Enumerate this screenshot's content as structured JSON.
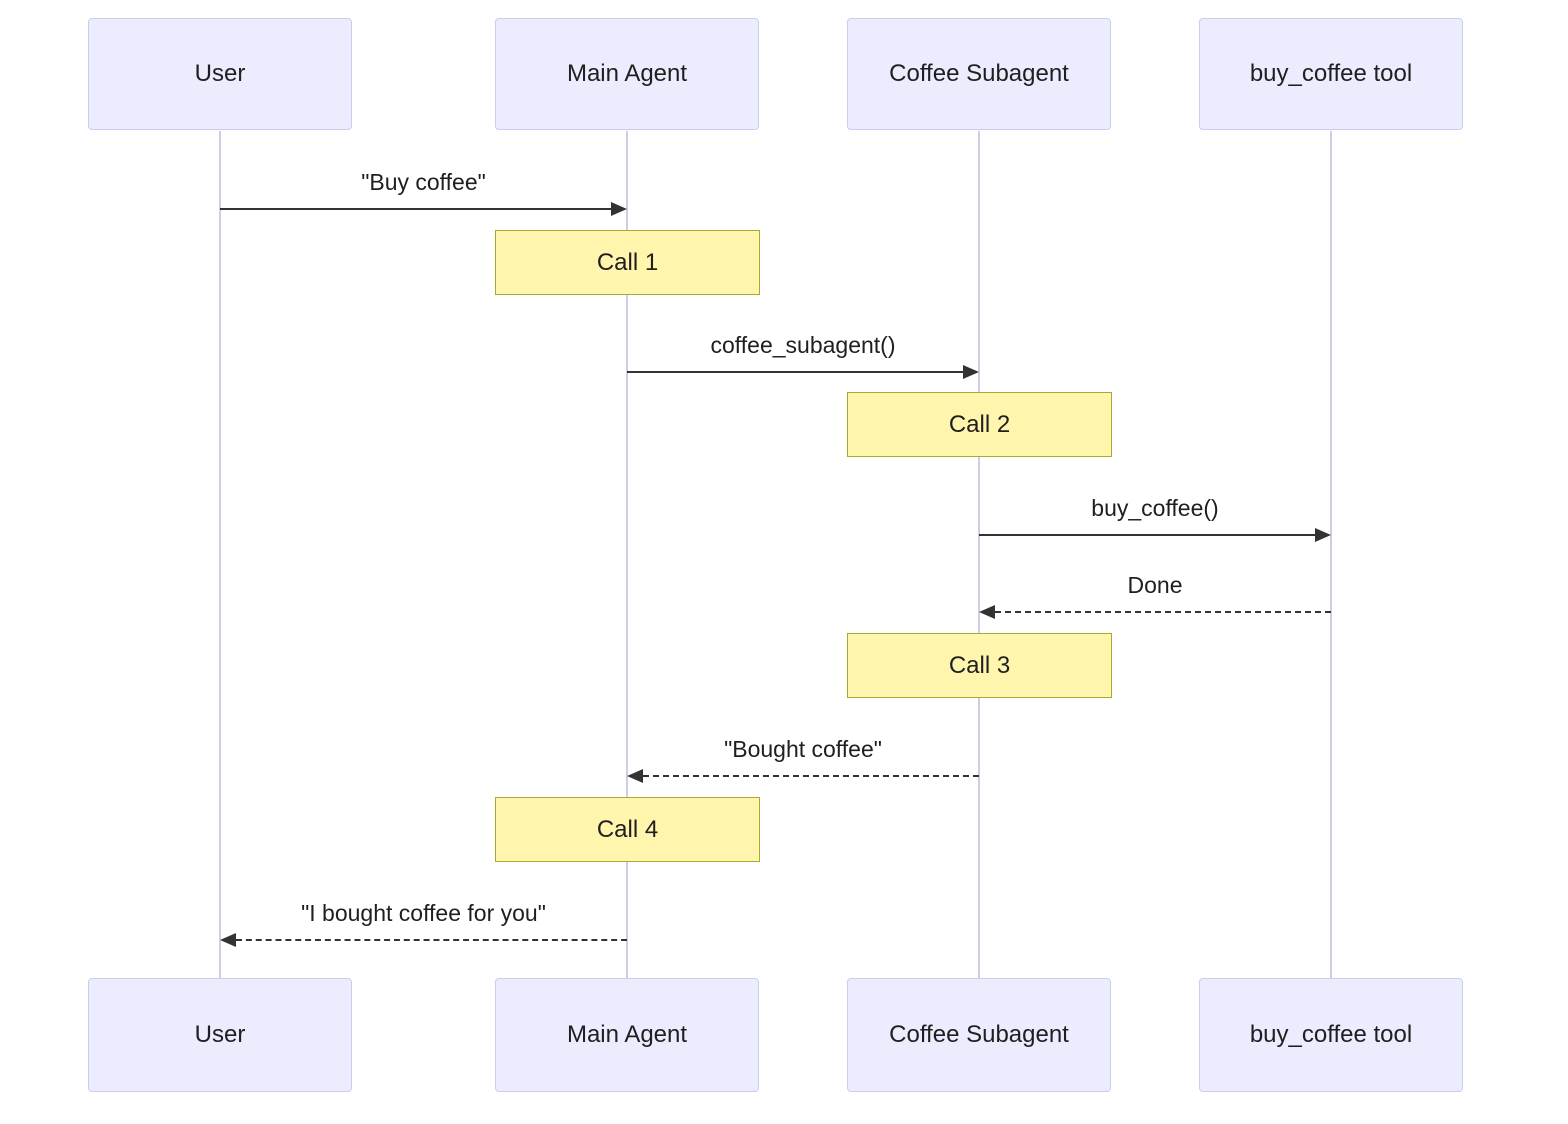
{
  "diagram": {
    "participants": [
      {
        "id": "user",
        "label": "User"
      },
      {
        "id": "main-agent",
        "label": "Main Agent"
      },
      {
        "id": "coffee-subagent",
        "label": "Coffee Subagent"
      },
      {
        "id": "buy-coffee-tool",
        "label": "buy_coffee tool"
      }
    ],
    "messages": [
      {
        "label": "\"Buy coffee\"",
        "from": "user",
        "to": "main-agent",
        "style": "solid"
      },
      {
        "label": "coffee_subagent()",
        "from": "main-agent",
        "to": "coffee-subagent",
        "style": "solid"
      },
      {
        "label": "buy_coffee()",
        "from": "coffee-subagent",
        "to": "buy-coffee-tool",
        "style": "solid"
      },
      {
        "label": "Done",
        "from": "buy-coffee-tool",
        "to": "coffee-subagent",
        "style": "dashed"
      },
      {
        "label": "\"Bought coffee\"",
        "from": "coffee-subagent",
        "to": "main-agent",
        "style": "dashed"
      },
      {
        "label": "\"I bought coffee for you\"",
        "from": "main-agent",
        "to": "user",
        "style": "dashed"
      }
    ],
    "notes": [
      {
        "label": "Call 1",
        "over": "main-agent"
      },
      {
        "label": "Call 2",
        "over": "coffee-subagent"
      },
      {
        "label": "Call 3",
        "over": "coffee-subagent"
      },
      {
        "label": "Call 4",
        "over": "main-agent"
      }
    ],
    "colors": {
      "participant_fill": "#ECECFF",
      "participant_border": "#CCCCF0",
      "note_fill": "#FFF5AD",
      "note_border": "#AAAA33",
      "lifeline": "#D0CCE8",
      "arrow": "#333333"
    }
  }
}
